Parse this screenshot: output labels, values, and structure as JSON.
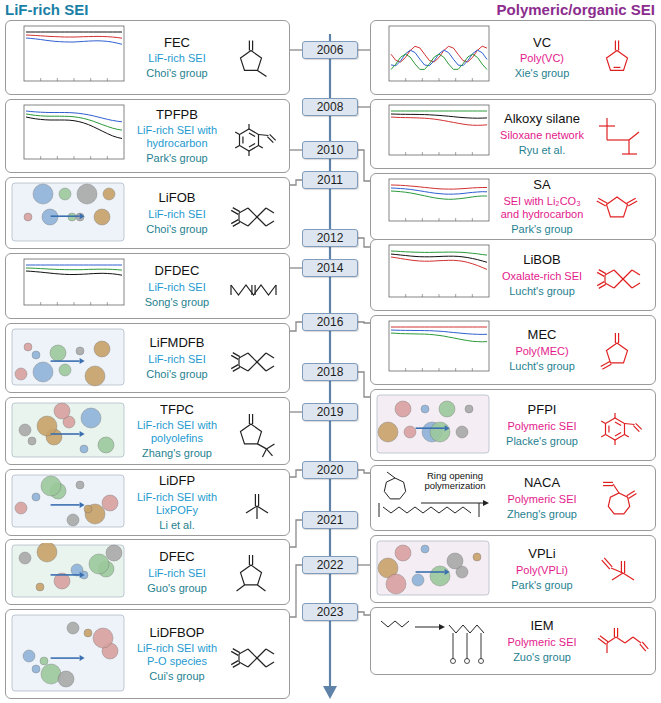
{
  "diagram": {
    "nodes": [
      {
        "text": [
          "FEC",
          "LiF-rich SEI",
          "Choi's group"
        ]
      },
      {
        "text": [
          "VC",
          "Poly(VC)",
          "Xie's group"
        ]
      },
      {
        "text": [
          "TPFPB",
          "LiF-rich SEI with hydrocarbon",
          "Park's group"
        ]
      },
      {
        "text": [
          "Alkoxy silane",
          "Siloxane network",
          "Ryu et al."
        ]
      },
      {
        "text": [
          "LiFOB",
          "LiF-rich SEI",
          "Choi's group"
        ]
      },
      {
        "text": [
          "SA",
          "SEI with Li₂CO₃ and hydrocarbon",
          "Park's group"
        ]
      },
      {
        "text": [
          "DFDEC",
          "LiF-rich SEI",
          "Song's group"
        ]
      },
      {
        "text": [
          "LiBOB",
          "Oxalate-rich SEI",
          "Lucht's group"
        ]
      },
      {
        "text": [
          "LiFMDFB",
          "LiF-rich SEI",
          "Choi's group"
        ]
      },
      {
        "text": [
          "MEC",
          "Poly(MEC)",
          "Lucht's group"
        ]
      },
      {
        "text": [
          "TFPC",
          "LiF-rich SEI with polyolefins",
          "Zhang's group"
        ]
      },
      {
        "text": [
          "PFPI",
          "Polymeric SEI",
          "Placke's group"
        ]
      },
      {
        "text": [
          "LiDFP",
          "LiF-rich SEI with LixPOFy",
          "Li et al."
        ]
      },
      {
        "text": [
          "NACA",
          "Polymeric SEI",
          "Zheng's group",
          "Ring opening polymerization"
        ]
      },
      {
        "text": [
          "DFEC",
          "LiF-rich SEI",
          "Guo's group"
        ]
      },
      {
        "text": [
          "VPLi",
          "Poly(VPLi)",
          "Park's group"
        ]
      },
      {
        "text": [
          "LiDFBOP",
          "LiF-rich SEI with P-O species",
          "Cui's group"
        ]
      },
      {
        "text": [
          "IEM",
          "Polymeric SEI",
          "Zuo's group"
        ]
      },
      {
        "text": [
          "2006"
        ]
      },
      {
        "text": [
          "2008"
        ]
      },
      {
        "text": [
          "2010"
        ]
      },
      {
        "text": [
          "2011"
        ]
      },
      {
        "text": [
          "2012"
        ]
      },
      {
        "text": [
          "2014"
        ]
      },
      {
        "text": [
          "2016"
        ]
      },
      {
        "text": [
          "2018"
        ]
      },
      {
        "text": [
          "2019"
        ]
      },
      {
        "text": [
          "2020"
        ]
      },
      {
        "text": [
          "2021"
        ]
      },
      {
        "text": [
          "2022"
        ]
      },
      {
        "text": [
          "2023"
        ]
      }
    ],
    "edges": [
      {
        "from": 0,
        "to": 18,
        "arrow": "none"
      },
      {
        "from": 18,
        "to": 1,
        "arrow": "none"
      },
      {
        "from": 19,
        "to": 3,
        "arrow": "none"
      },
      {
        "from": 2,
        "to": 20,
        "arrow": "none"
      },
      {
        "from": 20,
        "to": 5,
        "arrow": "none"
      },
      {
        "from": 4,
        "to": 21,
        "arrow": "none"
      },
      {
        "from": 22,
        "to": 7,
        "arrow": "none"
      },
      {
        "from": 6,
        "to": 23,
        "arrow": "none"
      },
      {
        "from": 8,
        "to": 24,
        "arrow": "none"
      },
      {
        "from": 24,
        "to": 9,
        "arrow": "none"
      },
      {
        "from": 25,
        "to": 11,
        "arrow": "none"
      },
      {
        "from": 10,
        "to": 26,
        "arrow": "none"
      },
      {
        "from": 12,
        "to": 27,
        "arrow": "none"
      },
      {
        "from": 27,
        "to": 13,
        "arrow": "none"
      },
      {
        "from": 14,
        "to": 28,
        "arrow": "none"
      },
      {
        "from": 29,
        "to": 15,
        "arrow": "none"
      },
      {
        "from": 16,
        "to": 29,
        "arrow": "none"
      },
      {
        "from": 30,
        "to": 17,
        "arrow": "none"
      }
    ],
    "labels": [
      "LiF-rich SEI",
      "Polymeric/organic SEI"
    ]
  }
}
